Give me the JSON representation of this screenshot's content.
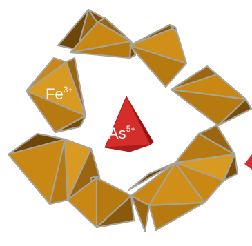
{
  "labels": {
    "fe": {
      "element": "Fe",
      "charge": "3+"
    },
    "as": {
      "element": "As",
      "charge": "5+"
    }
  },
  "colors": {
    "octahedron_face": "#c88813",
    "octahedron_face_light": "#d99a22",
    "octahedron_face_dark": "#7a4e08",
    "octahedron_edge": "#a6a39b",
    "tetrahedron_face": "#d42d2a",
    "tetrahedron_dark": "#8c1614",
    "label_text": "#ffffff"
  }
}
